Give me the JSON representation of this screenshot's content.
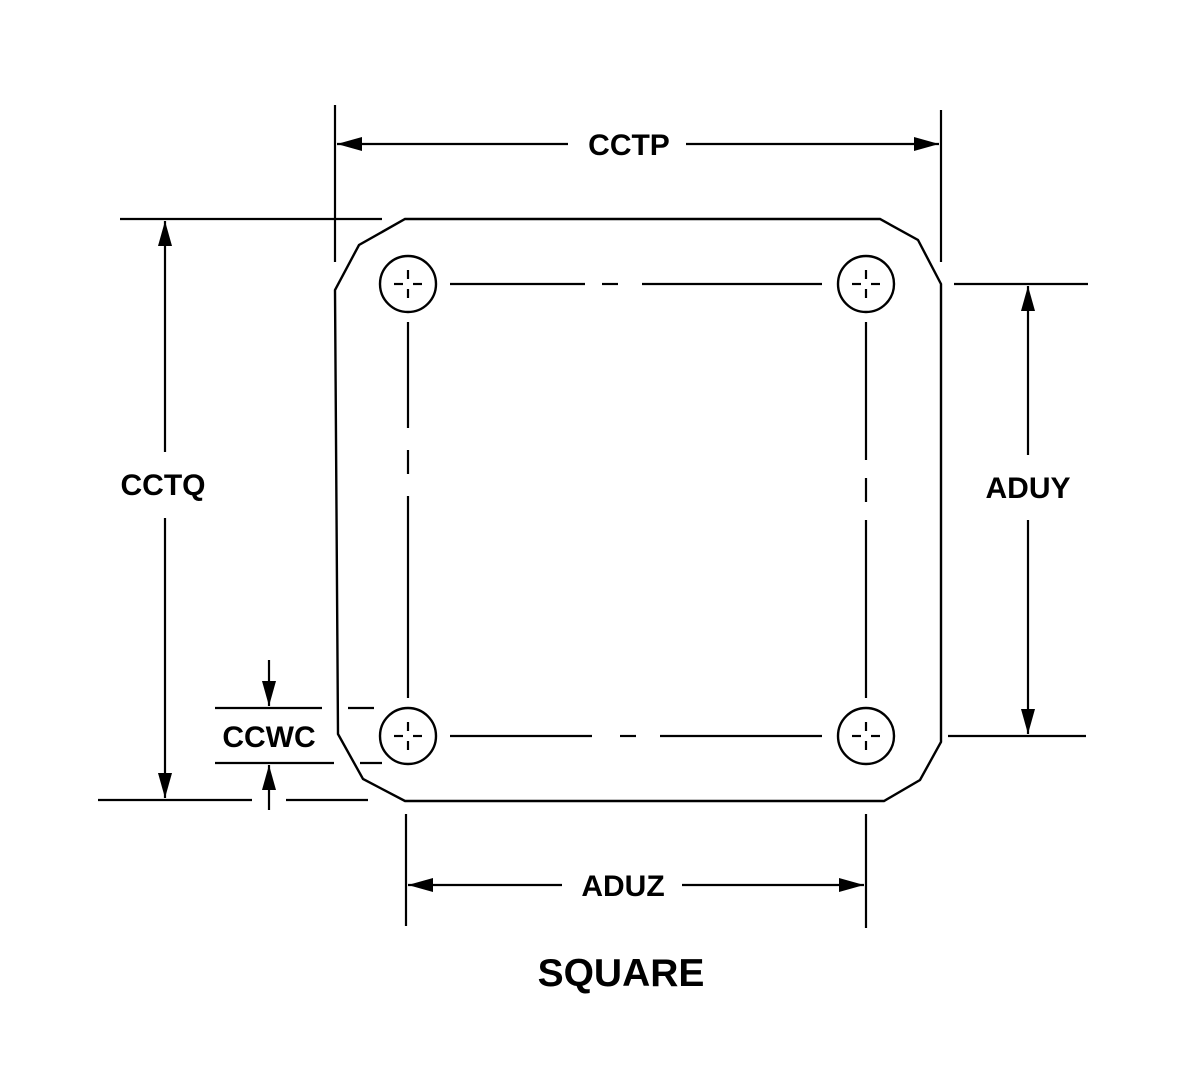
{
  "diagram": {
    "shape_caption": "SQUARE",
    "dimensions": {
      "overall_width": "CCTP",
      "overall_height": "CCTQ",
      "hole_spacing_vertical": "ADUY",
      "hole_spacing_horizontal": "ADUZ",
      "edge_to_hole": "CCWC"
    },
    "holes": [
      "top-left",
      "top-right",
      "bottom-left",
      "bottom-right"
    ],
    "colors": {
      "line": "#000000",
      "background": "#ffffff"
    }
  }
}
